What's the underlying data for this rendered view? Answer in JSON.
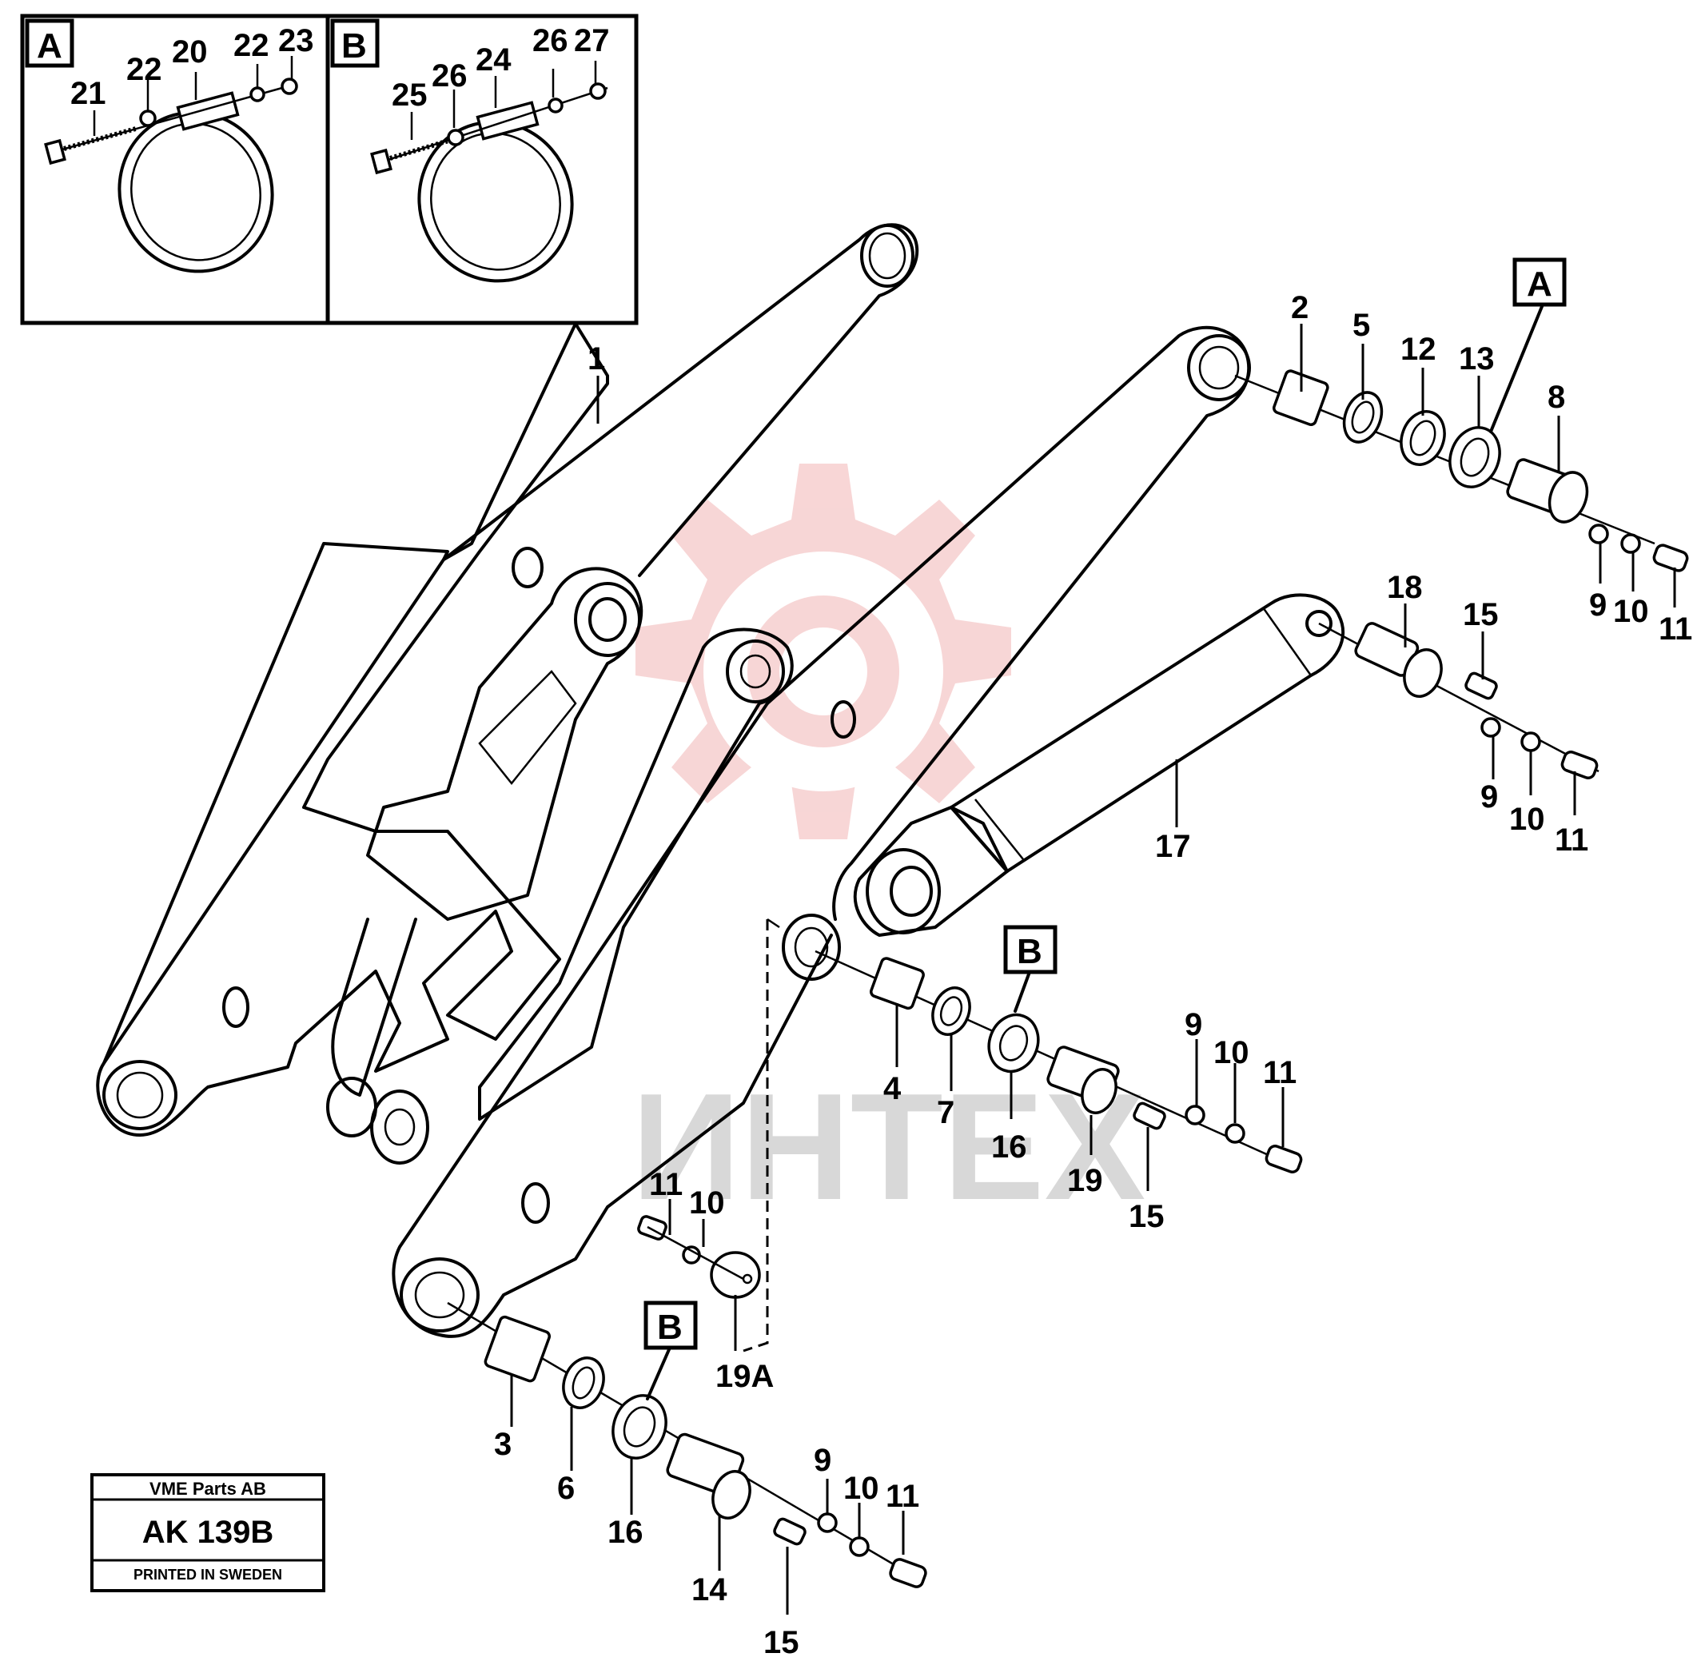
{
  "watermark": {
    "text": "ИНТЕХ",
    "color": "#e8a0a0"
  },
  "inset_a": {
    "label": "A",
    "callouts": [
      "21",
      "22",
      "20",
      "22",
      "23"
    ]
  },
  "inset_b": {
    "label": "B",
    "callouts": [
      "25",
      "26",
      "24",
      "26",
      "27"
    ]
  },
  "main_callouts": {
    "c1": "1",
    "c2": "2",
    "c5": "5",
    "c12": "12",
    "c13": "13",
    "c8": "8",
    "c9a": "9",
    "c10a": "10",
    "c11a": "11",
    "c18": "18",
    "c15a": "15",
    "c9b": "9",
    "c10b": "10",
    "c11b": "11",
    "c17": "17",
    "c4": "4",
    "c7": "7",
    "c16a": "16",
    "c19": "19",
    "c15b": "15",
    "c9c": "9",
    "c10c": "10",
    "c11c": "11",
    "c11d": "11",
    "c10d": "10",
    "c19a": "19A",
    "c3": "3",
    "c6": "6",
    "c16b": "16",
    "c14": "14",
    "c15c": "15",
    "c9e": "9",
    "c10e": "10",
    "c11e": "11"
  },
  "ref_boxes": {
    "a_main": "A",
    "b_upper": "B",
    "b_lower": "B"
  },
  "stamp": {
    "company": "VME Parts AB",
    "code": "AK 139B",
    "printed": "PRINTED IN SWEDEN"
  }
}
